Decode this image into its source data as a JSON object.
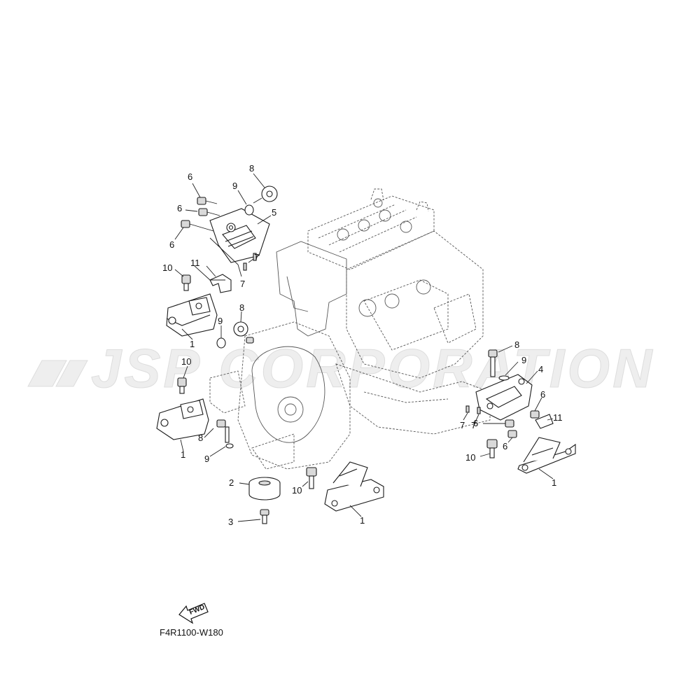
{
  "watermark": "JSP CORPORATION",
  "drawing_code": "F4R1100-W180",
  "fwd_label": "FWD",
  "callouts": [
    {
      "id": "c-6a",
      "text": "6"
    },
    {
      "id": "c-8a",
      "text": "8"
    },
    {
      "id": "c-9a",
      "text": "9"
    },
    {
      "id": "c-6b",
      "text": "6"
    },
    {
      "id": "c-5",
      "text": "5"
    },
    {
      "id": "c-6c",
      "text": "6"
    },
    {
      "id": "c-7a",
      "text": "7"
    },
    {
      "id": "c-7b",
      "text": "7"
    },
    {
      "id": "c-10a",
      "text": "10"
    },
    {
      "id": "c-11a",
      "text": "11"
    },
    {
      "id": "c-8b",
      "text": "8"
    },
    {
      "id": "c-9b",
      "text": "9"
    },
    {
      "id": "c-1a",
      "text": "1"
    },
    {
      "id": "c-10b",
      "text": "10"
    },
    {
      "id": "c-8c",
      "text": "8"
    },
    {
      "id": "c-9c",
      "text": "9"
    },
    {
      "id": "c-1b",
      "text": "1"
    },
    {
      "id": "c-2",
      "text": "2"
    },
    {
      "id": "c-3",
      "text": "3"
    },
    {
      "id": "c-10c",
      "text": "10"
    },
    {
      "id": "c-1c",
      "text": "1"
    },
    {
      "id": "c-8d",
      "text": "8"
    },
    {
      "id": "c-9d",
      "text": "9"
    },
    {
      "id": "c-4",
      "text": "4"
    },
    {
      "id": "c-7c",
      "text": "7"
    },
    {
      "id": "c-7d",
      "text": "7"
    },
    {
      "id": "c-6d",
      "text": "6"
    },
    {
      "id": "c-6e",
      "text": "6"
    },
    {
      "id": "c-11b",
      "text": "11"
    },
    {
      "id": "c-6f",
      "text": "6"
    },
    {
      "id": "c-10d",
      "text": "10"
    },
    {
      "id": "c-1d",
      "text": "1"
    }
  ]
}
